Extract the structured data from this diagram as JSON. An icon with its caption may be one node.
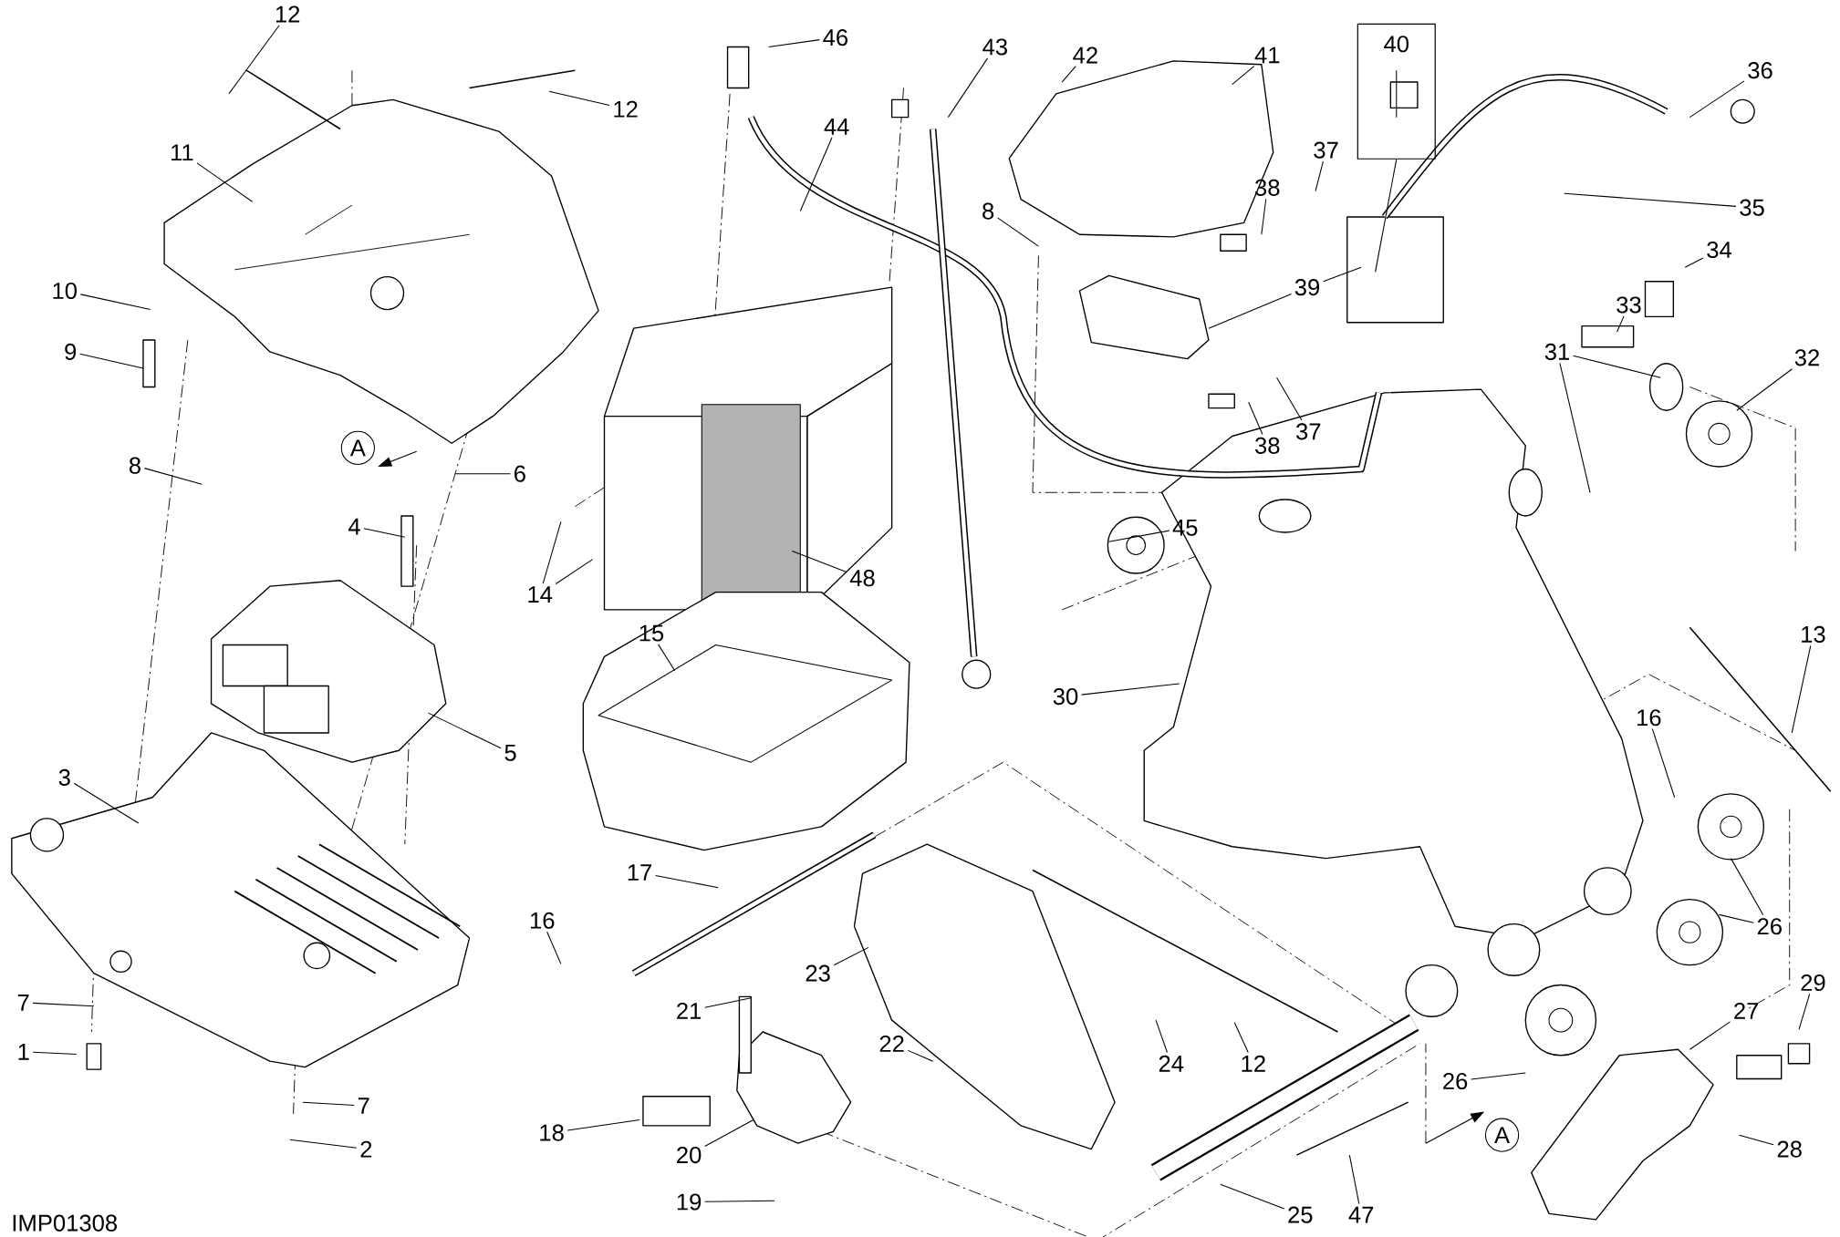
{
  "diagram": {
    "nodes": [
      {
        "text": [
          "1"
        ]
      },
      {
        "text": [
          "2"
        ]
      },
      {
        "text": [
          "3"
        ]
      },
      {
        "text": [
          "4"
        ]
      },
      {
        "text": [
          "5"
        ]
      },
      {
        "text": [
          "6"
        ]
      },
      {
        "text": [
          "7"
        ]
      },
      {
        "text": [
          "7"
        ]
      },
      {
        "text": [
          "8"
        ]
      },
      {
        "text": [
          "8"
        ]
      },
      {
        "text": [
          "9"
        ]
      },
      {
        "text": [
          "10"
        ]
      },
      {
        "text": [
          "11"
        ]
      },
      {
        "text": [
          "12"
        ]
      },
      {
        "text": [
          "12"
        ]
      },
      {
        "text": [
          "12"
        ]
      },
      {
        "text": [
          "13"
        ]
      },
      {
        "text": [
          "14"
        ]
      },
      {
        "text": [
          "15"
        ]
      },
      {
        "text": [
          "16"
        ]
      },
      {
        "text": [
          "16"
        ]
      },
      {
        "text": [
          "17"
        ]
      },
      {
        "text": [
          "18"
        ]
      },
      {
        "text": [
          "19"
        ]
      },
      {
        "text": [
          "20"
        ]
      },
      {
        "text": [
          "21"
        ]
      },
      {
        "text": [
          "22"
        ]
      },
      {
        "text": [
          "23"
        ]
      },
      {
        "text": [
          "24"
        ]
      },
      {
        "text": [
          "25"
        ]
      },
      {
        "text": [
          "26"
        ]
      },
      {
        "text": [
          "26"
        ]
      },
      {
        "text": [
          "27"
        ]
      },
      {
        "text": [
          "28"
        ]
      },
      {
        "text": [
          "29"
        ]
      },
      {
        "text": [
          "30"
        ]
      },
      {
        "text": [
          "31"
        ]
      },
      {
        "text": [
          "32"
        ]
      },
      {
        "text": [
          "33"
        ]
      },
      {
        "text": [
          "34"
        ]
      },
      {
        "text": [
          "35"
        ]
      },
      {
        "text": [
          "36"
        ]
      },
      {
        "text": [
          "37"
        ]
      },
      {
        "text": [
          "37"
        ]
      },
      {
        "text": [
          "38"
        ]
      },
      {
        "text": [
          "38"
        ]
      },
      {
        "text": [
          "39"
        ]
      },
      {
        "text": [
          "40"
        ]
      },
      {
        "text": [
          "41"
        ]
      },
      {
        "text": [
          "42"
        ]
      },
      {
        "text": [
          "43"
        ]
      },
      {
        "text": [
          "44"
        ]
      },
      {
        "text": [
          "45"
        ]
      },
      {
        "text": [
          "46"
        ]
      },
      {
        "text": [
          "47"
        ]
      },
      {
        "text": [
          "48"
        ]
      }
    ],
    "edges": [
      {
        "from": 0,
        "to": null,
        "arrow": "none"
      },
      {
        "from": 1,
        "to": null,
        "arrow": "none"
      },
      {
        "from": 2,
        "to": null,
        "arrow": "none"
      },
      {
        "from": 3,
        "to": null,
        "arrow": "none"
      },
      {
        "from": 4,
        "to": null,
        "arrow": "none"
      },
      {
        "from": 5,
        "to": null,
        "arrow": "none"
      },
      {
        "from": 6,
        "to": null,
        "arrow": "none"
      },
      {
        "from": 7,
        "to": null,
        "arrow": "none"
      },
      {
        "from": 8,
        "to": null,
        "arrow": "none"
      },
      {
        "from": 9,
        "to": null,
        "arrow": "none"
      },
      {
        "from": 10,
        "to": null,
        "arrow": "none"
      },
      {
        "from": 11,
        "to": null,
        "arrow": "none"
      },
      {
        "from": 12,
        "to": null,
        "arrow": "none"
      },
      {
        "from": 13,
        "to": null,
        "arrow": "none"
      },
      {
        "from": 14,
        "to": null,
        "arrow": "none"
      },
      {
        "from": 15,
        "to": null,
        "arrow": "none"
      },
      {
        "from": 16,
        "to": null,
        "arrow": "none"
      },
      {
        "from": 17,
        "to": null,
        "arrow": "none"
      },
      {
        "from": 17,
        "to": null,
        "arrow": "none"
      },
      {
        "from": 18,
        "to": null,
        "arrow": "none"
      },
      {
        "from": 19,
        "to": null,
        "arrow": "none"
      },
      {
        "from": 20,
        "to": null,
        "arrow": "none"
      },
      {
        "from": 21,
        "to": null,
        "arrow": "none"
      },
      {
        "from": 22,
        "to": null,
        "arrow": "none"
      },
      {
        "from": 23,
        "to": null,
        "arrow": "none"
      },
      {
        "from": 24,
        "to": null,
        "arrow": "none"
      },
      {
        "from": 25,
        "to": null,
        "arrow": "none"
      },
      {
        "from": 26,
        "to": null,
        "arrow": "none"
      },
      {
        "from": 27,
        "to": null,
        "arrow": "none"
      },
      {
        "from": 28,
        "to": null,
        "arrow": "none"
      },
      {
        "from": 29,
        "to": null,
        "arrow": "none"
      },
      {
        "from": 30,
        "to": null,
        "arrow": "none"
      },
      {
        "from": 30,
        "to": null,
        "arrow": "none"
      },
      {
        "from": 31,
        "to": null,
        "arrow": "none"
      },
      {
        "from": 32,
        "to": null,
        "arrow": "none"
      },
      {
        "from": 33,
        "to": null,
        "arrow": "none"
      },
      {
        "from": 34,
        "to": null,
        "arrow": "none"
      },
      {
        "from": 35,
        "to": null,
        "arrow": "none"
      },
      {
        "from": 36,
        "to": null,
        "arrow": "none"
      },
      {
        "from": 36,
        "to": null,
        "arrow": "none"
      },
      {
        "from": 37,
        "to": null,
        "arrow": "none"
      },
      {
        "from": 38,
        "to": null,
        "arrow": "none"
      },
      {
        "from": 39,
        "to": null,
        "arrow": "none"
      },
      {
        "from": 40,
        "to": null,
        "arrow": "none"
      },
      {
        "from": 41,
        "to": null,
        "arrow": "none"
      },
      {
        "from": 42,
        "to": null,
        "arrow": "none"
      },
      {
        "from": 43,
        "to": null,
        "arrow": "none"
      },
      {
        "from": 44,
        "to": null,
        "arrow": "none"
      },
      {
        "from": 45,
        "to": null,
        "arrow": "none"
      },
      {
        "from": 46,
        "to": null,
        "arrow": "none"
      },
      {
        "from": 46,
        "to": null,
        "arrow": "none"
      },
      {
        "from": 47,
        "to": null,
        "arrow": "none"
      },
      {
        "from": 47,
        "to": null,
        "arrow": "none"
      },
      {
        "from": 48,
        "to": null,
        "arrow": "none"
      },
      {
        "from": 49,
        "to": null,
        "arrow": "none"
      },
      {
        "from": 50,
        "to": null,
        "arrow": "none"
      },
      {
        "from": 51,
        "to": null,
        "arrow": "none"
      },
      {
        "from": 52,
        "to": null,
        "arrow": "none"
      },
      {
        "from": 53,
        "to": null,
        "arrow": "none"
      },
      {
        "from": 54,
        "to": null,
        "arrow": "none"
      },
      {
        "from": 55,
        "to": null,
        "arrow": "none"
      }
    ],
    "labels": [
      "A",
      "A",
      "IMP01308"
    ]
  }
}
